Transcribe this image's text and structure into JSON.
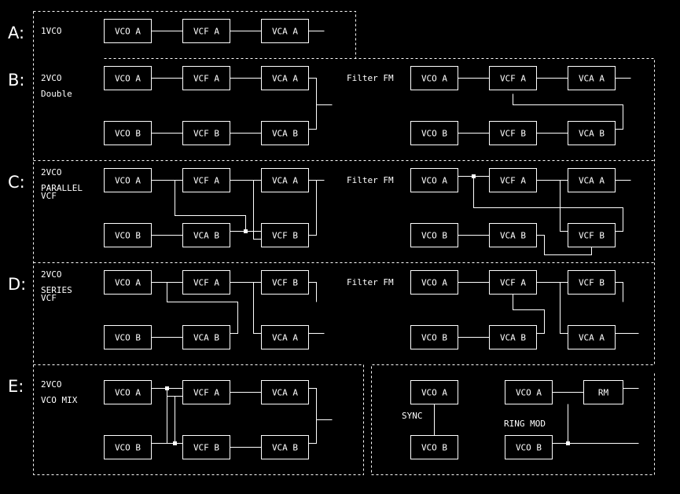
{
  "sections": {
    "a": {
      "letter": "A:",
      "desc": [
        "1VCO"
      ]
    },
    "b": {
      "letter": "B:",
      "desc": [
        "2VCO",
        "Double"
      ],
      "right_title": "Filter FM"
    },
    "c": {
      "letter": "C:",
      "desc": [
        "2VCO",
        "PARALLEL",
        "VCF"
      ],
      "right_title": "Filter FM"
    },
    "d": {
      "letter": "D:",
      "desc": [
        "2VCO",
        "SERIES",
        "VCF"
      ],
      "right_title": "Filter FM"
    },
    "e": {
      "letter": "E:",
      "desc": [
        "2VCO",
        "VCO MIX"
      ],
      "sync_label": "SYNC",
      "ring_label": "RING MOD"
    }
  },
  "modules": {
    "vco_a": "VCO A",
    "vco_b": "VCO B",
    "vcf_a": "VCF A",
    "vcf_b": "VCF B",
    "vca_a": "VCA A",
    "vca_b": "VCA B",
    "rm": "RM"
  },
  "colors": {
    "background": "#000000",
    "foreground": "#ffffff"
  }
}
